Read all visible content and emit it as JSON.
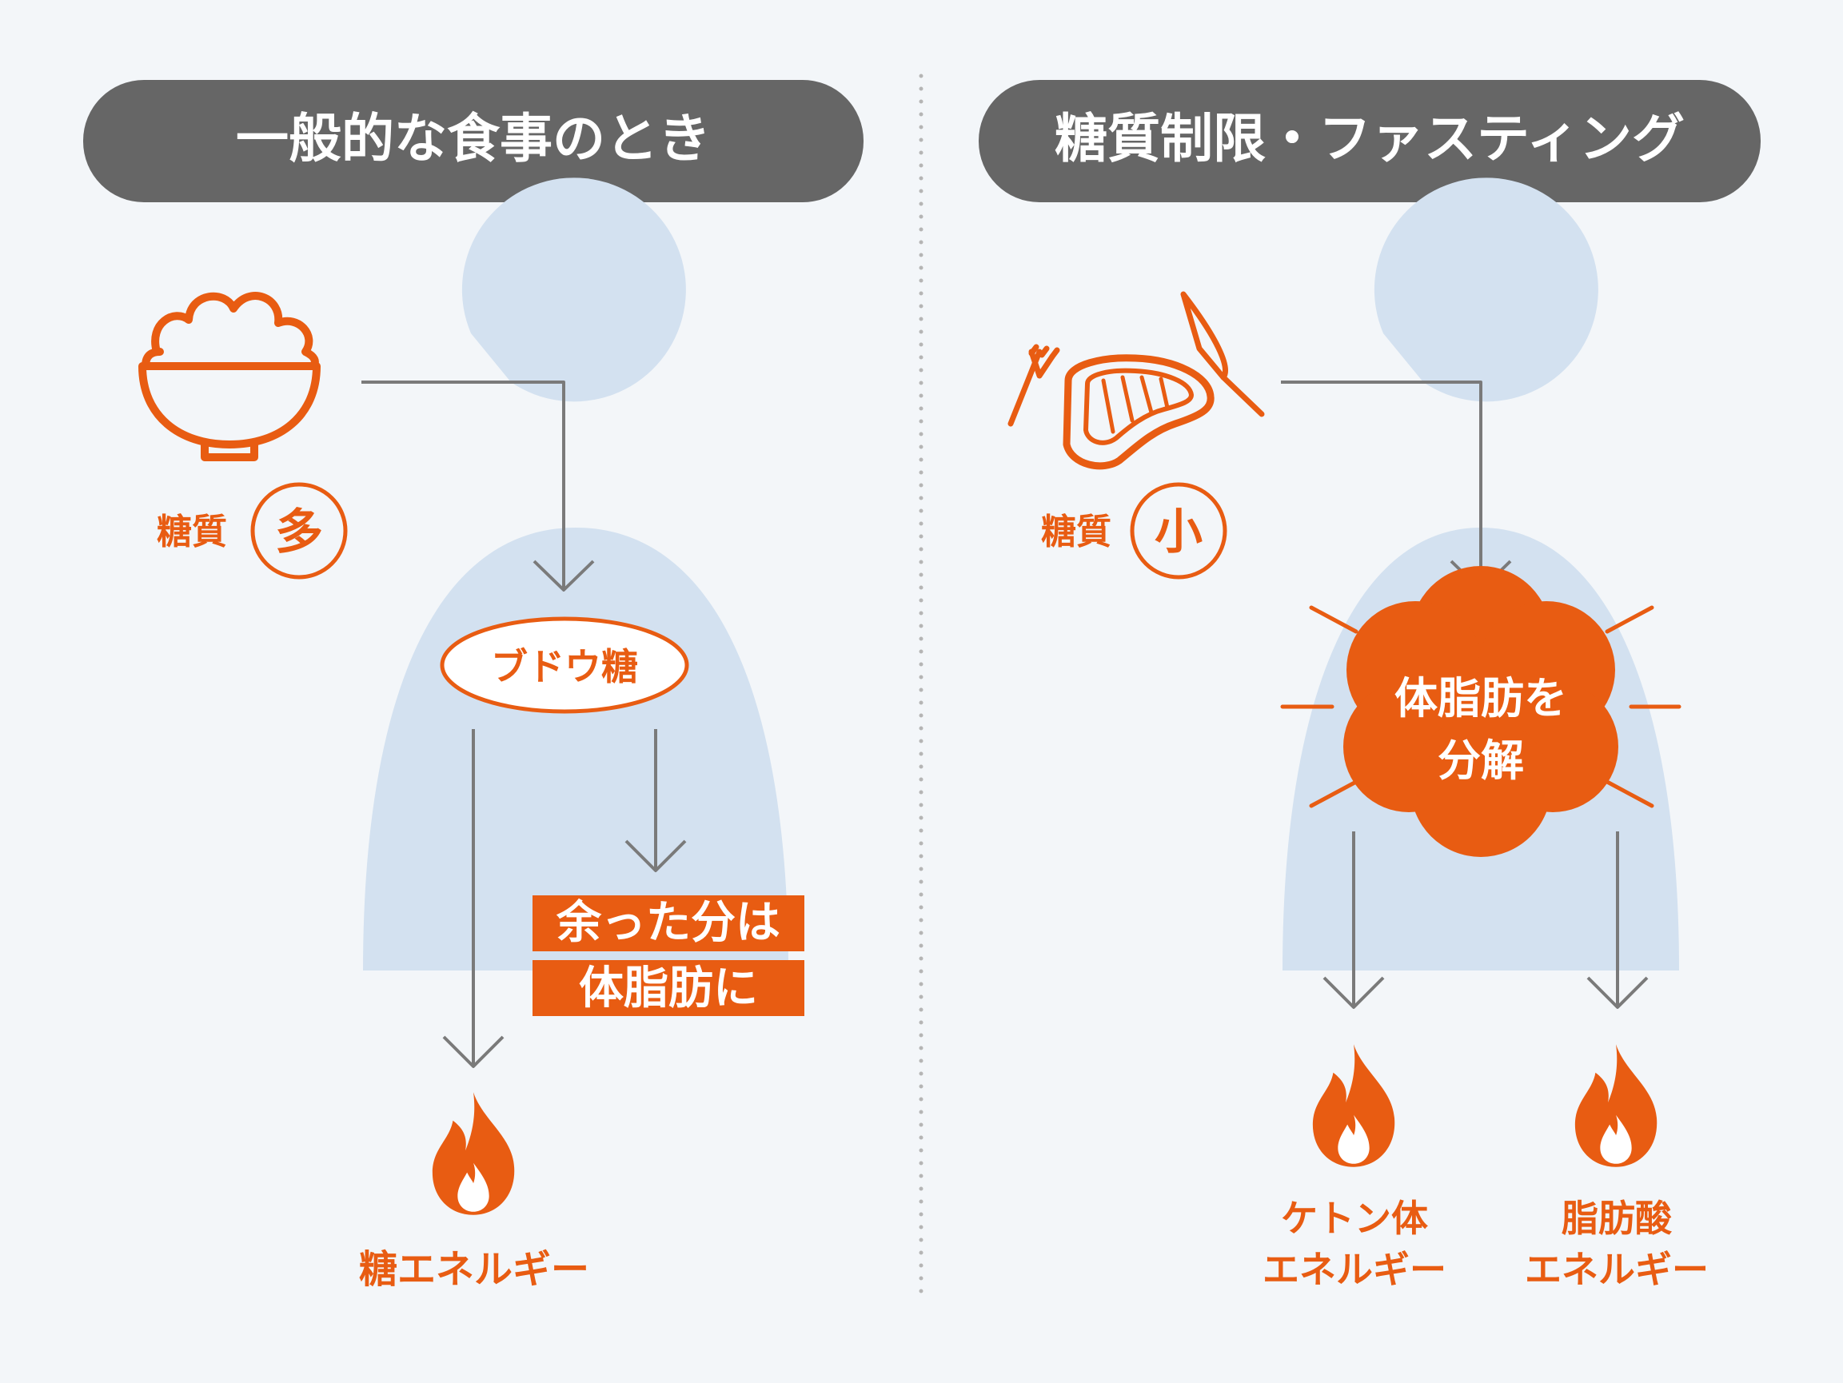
{
  "colors": {
    "background": "#f3f6f9",
    "header_bg": "#666666",
    "header_text": "#ffffff",
    "body_fill": "#d3e1f0",
    "accent": "#e85c12",
    "arrow": "#7a7a7a",
    "divider": "#b5b5b5"
  },
  "left": {
    "header": "一般的な食事のとき",
    "food_icon": "rice-bowl-icon",
    "carb_label": "糖質",
    "carb_amount": "多",
    "glucose_label": "ブドウ糖",
    "excess_line1": "余った分は",
    "excess_line2": "体脂肪に",
    "energy_icon": "flame-icon",
    "energy_label": "糖エネルギー"
  },
  "right": {
    "header": "糖質制限・ファスティング",
    "food_icon": "steak-fork-knife-icon",
    "carb_label": "糖質",
    "carb_amount": "小",
    "breakdown_line1": "体脂肪を",
    "breakdown_line2": "分解",
    "energy1_icon": "flame-icon",
    "energy1_line1": "ケトン体",
    "energy1_line2": "エネルギー",
    "energy2_icon": "flame-icon",
    "energy2_line1": "脂肪酸",
    "energy2_line2": "エネルギー"
  }
}
